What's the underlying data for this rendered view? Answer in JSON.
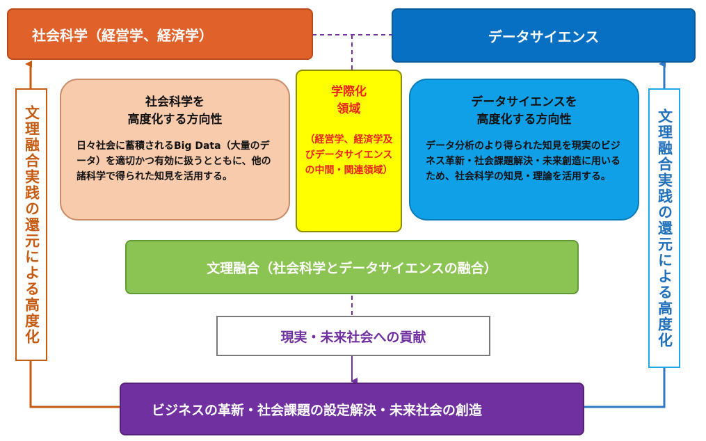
{
  "boxes": {
    "social_science": "社会科学（経営学、経済学）",
    "data_science": "データサイエンス",
    "interdisciplinary_practice_left": "文理融合実践の還元による高度化",
    "interdisciplinary_practice_right": "文理融合実践の還元による高度化",
    "social_direction": {
      "heading_line1": "社会科学を",
      "heading_line2": "高度化する方向性",
      "body": "日々社会に蓄積されるBig Data（大量のデータ）を適切かつ有効に扱うとともに、他の諸科学で得られた知見を活用する。"
    },
    "interdisciplinary_field": {
      "heading_line1": "学際化",
      "heading_line2": "領域",
      "body": "（経営学、経済学及びデータサイエンスの中間・関連領域）"
    },
    "data_direction": {
      "heading_line1": "データサイエンスを",
      "heading_line2": "高度化する方向性",
      "body": "データ分析のより得られた知見を現実のビジネス革新・社会課題解決・未来創造に用いるため、社会科学の知見・理論を活用する。"
    },
    "fusion": "文理融合（社会科学とデータサイエンスの融合）",
    "contribution": "現実・未来社会への貢献",
    "outcome": "ビジネスの革新・社会課題の設定解決・未来社会の創造"
  },
  "colors": {
    "orange": "#e0612a",
    "blue": "#0870c2",
    "peach": "#f8cbad",
    "sky": "#10a0e8",
    "yellow": "#ffff00",
    "red_text": "#e8241c",
    "green": "#8cc453",
    "purple": "#7030a0",
    "connector_purple": "#7030a0"
  }
}
